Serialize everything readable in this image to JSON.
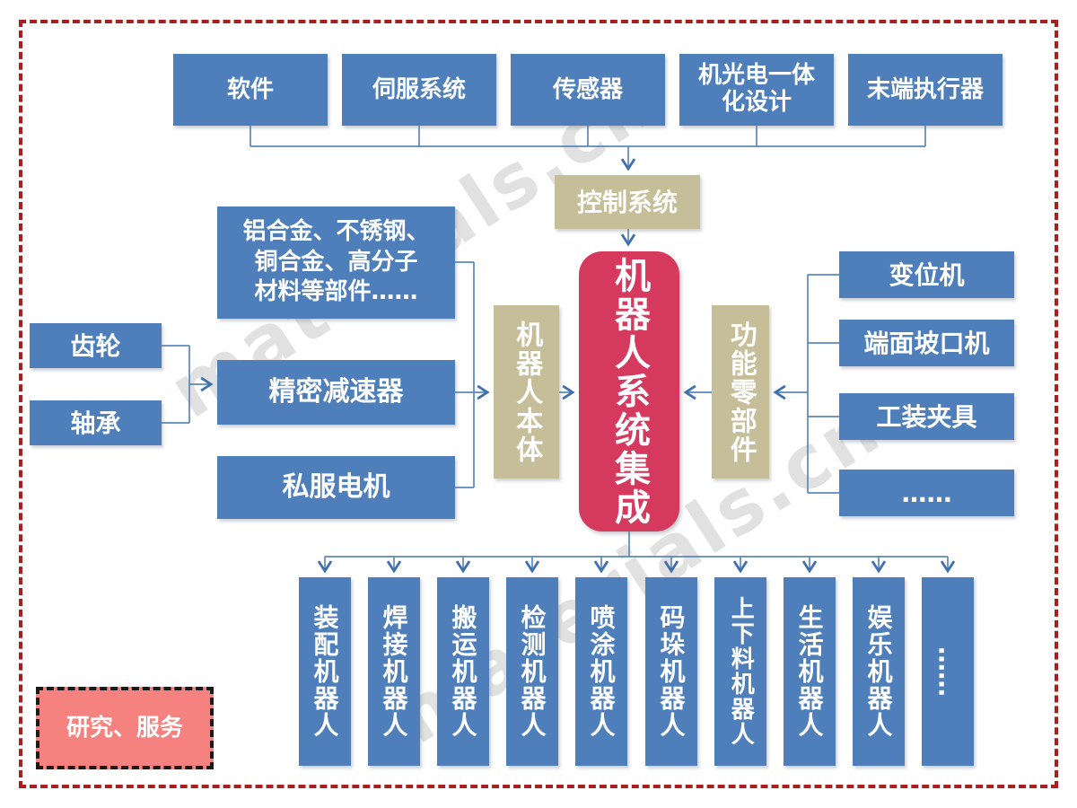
{
  "watermark": {
    "text": "materials.cn"
  },
  "top_inputs": {
    "software": "软件",
    "servo_system": "伺服系统",
    "sensor": "传感器",
    "mechatronics_design": "机光电一体\n化设计",
    "end_effector": "末端执行器"
  },
  "control_system": "控制系统",
  "center": "机器人系统集成",
  "left_inputs": {
    "gear": "齿轮",
    "bearing": "轴承"
  },
  "mid_inputs": {
    "materials_parts": "铝合金、不锈钢、\n铜合金、高分子\n材料等部件……",
    "precision_reducer": "精密减速器",
    "servo_motor": "私服电机"
  },
  "robot_body": "机器人本体",
  "functional_parts": "功能零部件",
  "right_inputs": {
    "positioner": "变位机",
    "face_beveling_machine": "端面坡口机",
    "tooling_fixture": "工装夹具",
    "more": "……"
  },
  "bottom_outputs": {
    "assembly_robot": "装配机器人",
    "welding_robot": "焊接机器人",
    "handling_robot": "搬运机器人",
    "inspection_robot": "检测机器人",
    "spraying_robot": "喷涂机器人",
    "palletizing_robot": "码垛机器人",
    "loading_robot": "上下料机器人",
    "life_robot": "生活机器人",
    "entertainment_robot": "娱乐机器人",
    "more": "……"
  },
  "legend": "研究、服务",
  "colors": {
    "box_blue": "#4e7fba",
    "box_tan": "#c5be98",
    "box_red": "#d5395e",
    "box_salmon": "#f5827e",
    "border_red": "#a8201e",
    "connector_blue": "#5b87bb"
  }
}
